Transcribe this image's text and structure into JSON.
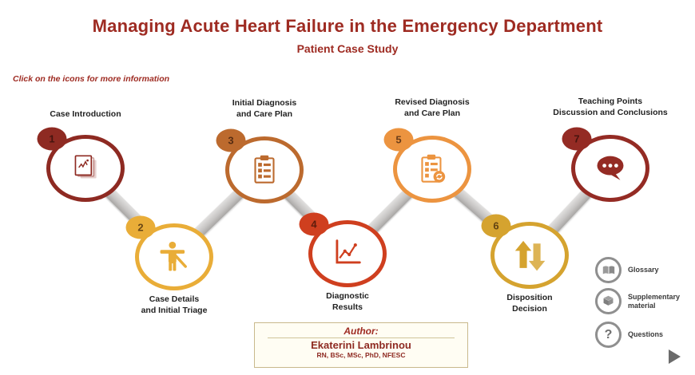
{
  "title": "Managing Acute Heart Failure in the Emergency Department",
  "subtitle": "Patient Case Study",
  "instruction": "Click on the icons for more information",
  "colors": {
    "heading_red": "#9e2b22",
    "connector_gray": "#c7c5c4",
    "step_label": "#222222",
    "side_button_gray": "#8f8f8f"
  },
  "steps": [
    {
      "num": "1",
      "label1": "Case Introduction",
      "label2": "",
      "color": "#8e2a22",
      "icon": "documents-icon"
    },
    {
      "num": "2",
      "label1": "Case Details",
      "label2": "and Initial Triage",
      "color": "#e9ad38",
      "icon": "patient-icon"
    },
    {
      "num": "3",
      "label1": "Initial Diagnosis",
      "label2": "and Care Plan",
      "color": "#bc6a2e",
      "icon": "clipboard-checklist-icon"
    },
    {
      "num": "4",
      "label1": "Diagnostic",
      "label2": "Results",
      "color": "#cf3f1f",
      "icon": "line-chart-icon"
    },
    {
      "num": "5",
      "label1": "Revised Diagnosis",
      "label2": "and Care Plan",
      "color": "#ec9440",
      "icon": "clipboard-revise-icon"
    },
    {
      "num": "6",
      "label1": "Disposition",
      "label2": "Decision",
      "color": "#d5a32f",
      "icon": "up-down-arrows-icon"
    },
    {
      "num": "7",
      "label1": "Teaching Points",
      "label2": "Discussion and Conclusions",
      "color": "#942b24",
      "icon": "speech-bubble-icon"
    }
  ],
  "author": {
    "heading": "Author:",
    "name": "Ekaterini Lambrinou",
    "credentials": "RN, BSc, MSc, PhD, NFESC"
  },
  "side_buttons": [
    {
      "label": "Glossary",
      "icon": "book-icon"
    },
    {
      "label": "Supplementary material",
      "icon": "cube-icon"
    },
    {
      "label": "Questions",
      "icon": "question-mark-icon"
    }
  ],
  "nav": {
    "next_icon": "next-arrow-icon"
  }
}
